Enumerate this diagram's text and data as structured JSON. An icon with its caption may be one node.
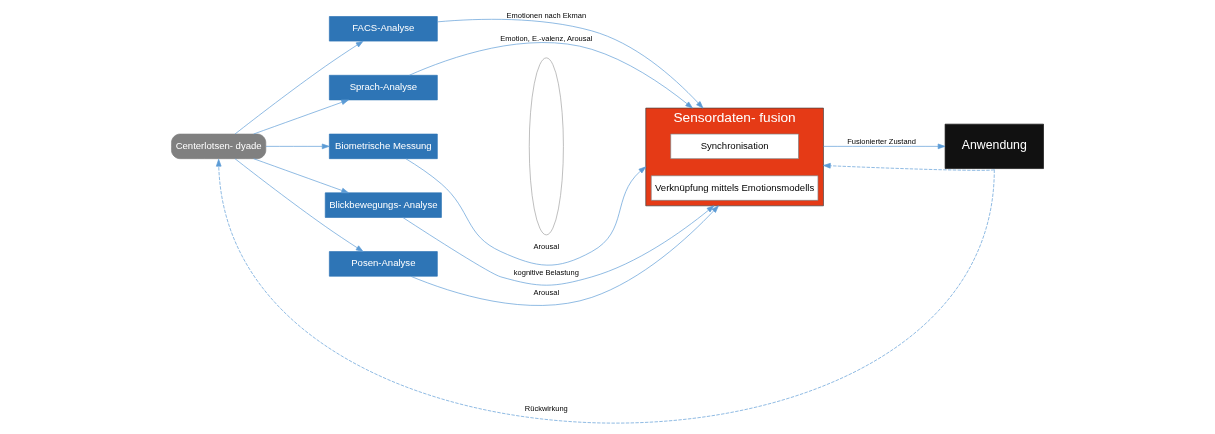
{
  "diagram": {
    "nodes": [
      {
        "text": [
          "Centerlotsen- dyade"
        ]
      },
      {
        "text": [
          "FACS-Analyse"
        ]
      },
      {
        "text": [
          "Sprach-Analyse"
        ]
      },
      {
        "text": [
          "Biometrische Messung"
        ]
      },
      {
        "text": [
          "Blickbewegungs- Analyse"
        ]
      },
      {
        "text": [
          "Posen-Analyse"
        ]
      },
      {
        "text": [],
        "shape": "ellipse"
      },
      {
        "text": [
          "Sensordaten- fusion"
        ]
      },
      {
        "text": [
          "Synchronisation"
        ],
        "in": 7
      },
      {
        "text": [
          "Verknüpfung mittels Emotionsmodells"
        ],
        "in": 7
      },
      {
        "text": [
          "Anwendung"
        ]
      }
    ],
    "edges": [
      {
        "from": 0,
        "to": 1,
        "arrow": "to"
      },
      {
        "from": 0,
        "to": 2,
        "arrow": "to"
      },
      {
        "from": 0,
        "to": 3,
        "arrow": "to"
      },
      {
        "from": 0,
        "to": 4,
        "arrow": "to"
      },
      {
        "from": 0,
        "to": 5,
        "arrow": "to"
      },
      {
        "from": 1,
        "to": 7,
        "arrow": "to",
        "label": "Emotionen nach Ekman"
      },
      {
        "from": 2,
        "to": 7,
        "arrow": "to",
        "label": "Emotion, E.-valenz, Arousal"
      },
      {
        "from": 3,
        "to": 7,
        "arrow": "to",
        "label": "Arousal"
      },
      {
        "from": 4,
        "to": 7,
        "arrow": "to",
        "label": "kognitive Belastung"
      },
      {
        "from": 5,
        "to": 7,
        "arrow": "to",
        "label": "Arousal"
      },
      {
        "from": 7,
        "to": 10,
        "arrow": "to",
        "label": "Fusionierter Zustand"
      },
      {
        "from": 10,
        "to": 7,
        "arrow": "to",
        "style": "dashed"
      },
      {
        "from": 10,
        "to": 0,
        "arrow": "to",
        "style": "dashed",
        "label": "Rückwirkung"
      }
    ]
  }
}
